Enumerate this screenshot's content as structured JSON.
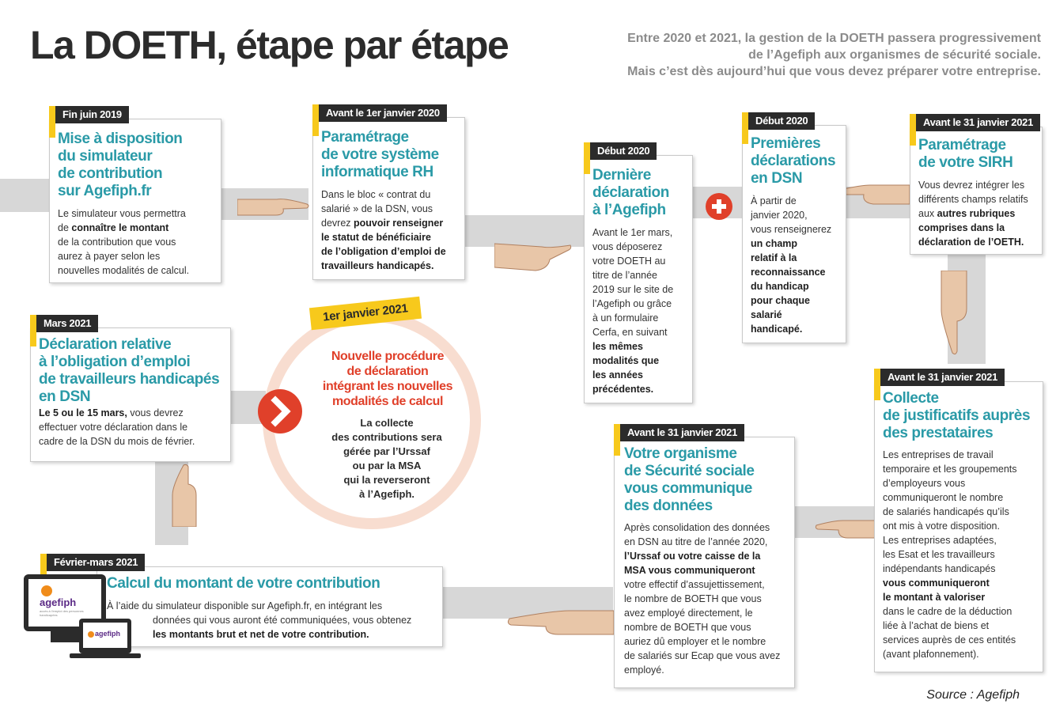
{
  "title": "La DOETH, étape par étape",
  "intro": {
    "line1": "Entre 2020 et 2021, la gestion de la DOETH passera progressivement",
    "line2": "de l’Agefiph aux organismes de sécurité sociale.",
    "line3": "Mais c’est dès aujourd’hui que vous devez préparer votre entreprise."
  },
  "steps": [
    {
      "tag": "Fin juin 2019",
      "title": [
        "Mise à disposition",
        "du simulateur",
        "de contribution",
        "sur Agefiph.fr"
      ],
      "body": [
        {
          "t": "Le simulateur vous permettra"
        },
        {
          "t": "de "
        },
        {
          "b": "connaître le montant"
        },
        {
          "br": true
        },
        {
          "t": "de la contribution que vous"
        },
        {
          "br": true
        },
        {
          "t": "aurez à payer selon les"
        },
        {
          "br": true
        },
        {
          "t": "nouvelles modalités de calcul."
        }
      ]
    },
    {
      "tag": "Avant le 1er janvier 2020",
      "title": [
        "Paramétrage",
        "de votre système",
        "informatique RH"
      ],
      "body_plain": [
        "Dans le bloc « contrat du",
        "salarié » de la DSN, vous",
        "devrez "
      ],
      "body_bold": [
        "pouvoir renseigner",
        "le statut de bénéficiaire",
        "de l’obligation d’emploi de",
        "travailleurs handicapés."
      ]
    },
    {
      "tag": "Début 2020",
      "title": [
        "Dernière",
        "déclaration",
        "à l’Agefiph"
      ],
      "body_plain": [
        "Avant le 1er mars,",
        "vous déposerez",
        "votre DOETH au",
        "titre de l’année",
        "2019 sur le site de",
        "l’Agefiph ou grâce",
        "à un formulaire",
        "Cerfa, en suivant"
      ],
      "body_bold": [
        "les mêmes",
        "modalités que",
        "les années",
        "précédentes."
      ]
    },
    {
      "tag": "Début 2020",
      "title": [
        "Premières",
        "déclarations",
        "en DSN"
      ],
      "body_plain": [
        "À partir de",
        "janvier 2020,",
        "vous renseignerez"
      ],
      "body_bold": [
        "un champ",
        "relatif à la",
        "reconnaissance",
        "du handicap",
        "pour chaque",
        "salarié",
        "handicapé."
      ]
    },
    {
      "tag": "Avant le 31 janvier 2021",
      "title": [
        "Paramétrage",
        "de votre SIRH"
      ],
      "body_plain": [
        "Vous devrez intégrer les",
        "différents champs relatifs",
        "aux "
      ],
      "body_bold": [
        "autres rubriques",
        "comprises dans la",
        "déclaration de l’OETH."
      ]
    },
    {
      "tag": "Avant le 31 janvier 2021",
      "title": [
        "Collecte",
        "de justificatifs auprès",
        "des prestataires"
      ],
      "body_plain": [
        "Les entreprises de travail",
        "temporaire et les groupements",
        "d’employeurs vous",
        "communiqueront le nombre",
        "de salariés handicapés qu’ils",
        "ont mis à votre disposition.",
        "Les entreprises adaptées,",
        "les Esat et les travailleurs",
        "indépendants handicapés"
      ],
      "body_bold": [
        "vous communiqueront",
        "le montant à valoriser"
      ],
      "body_plain2": [
        "dans le cadre de la déduction",
        "liée à l’achat de biens et",
        "services auprès de ces entités",
        "(avant plafonnement)."
      ]
    },
    {
      "tag": "Avant le 31 janvier 2021",
      "title": [
        "Votre organisme",
        "de Sécurité sociale",
        "vous communique",
        "des données"
      ],
      "body_plain": [
        "Après consolidation des données",
        "en DSN au titre de l’année 2020,"
      ],
      "body_bold": [
        "l’Urssaf ou votre caisse de la",
        "MSA vous communiqueront"
      ],
      "body_plain2": [
        "votre effectif d’assujettissement,",
        "le nombre de BOETH que vous",
        "avez employé directement, le",
        "nombre de BOETH que vous",
        "auriez dû employer et le nombre",
        "de salariés sur Ecap que vous avez",
        "employé."
      ]
    },
    {
      "tag": "Février-mars 2021",
      "title": [
        "Calcul du montant de votre contribution"
      ],
      "body_plain": [
        "À l’aide du simulateur disponible sur Agefiph.fr, en intégrant les",
        "données qui vous auront été communiquées, vous obtenez"
      ],
      "body_bold": [
        "les montants brut et net de votre contribution."
      ]
    },
    {
      "tag": "Mars 2021",
      "title": [
        "Déclaration relative",
        "à l’obligation d’emploi",
        "de travailleurs handicapés",
        "en DSN"
      ],
      "body_bold": [
        "Le 5 ou le 15 mars,"
      ],
      "body_plain": [
        " vous devrez",
        "effectuer votre déclaration dans le",
        "cadre de la DSN du mois de février."
      ]
    }
  ],
  "center": {
    "badge": "1er janvier 2021",
    "red": [
      "Nouvelle procédure",
      "de déclaration",
      "intégrant les nouvelles",
      "modalités de calcul"
    ],
    "body": [
      "La collecte",
      "des contributions sera",
      "gérée par l’Urssaf",
      "ou par la MSA",
      "qui la reverseront",
      "à l’Agefiph."
    ]
  },
  "logo": {
    "brand": "agefiph",
    "tagline": "accès à l'emploi des personnes handicapées"
  },
  "source": "Source : Agefiph",
  "colors": {
    "teal": "#2a9aa7",
    "yellow": "#f7c91c",
    "red": "#e0402a",
    "dark": "#2b2b2b",
    "path": "#d7d7d7"
  }
}
